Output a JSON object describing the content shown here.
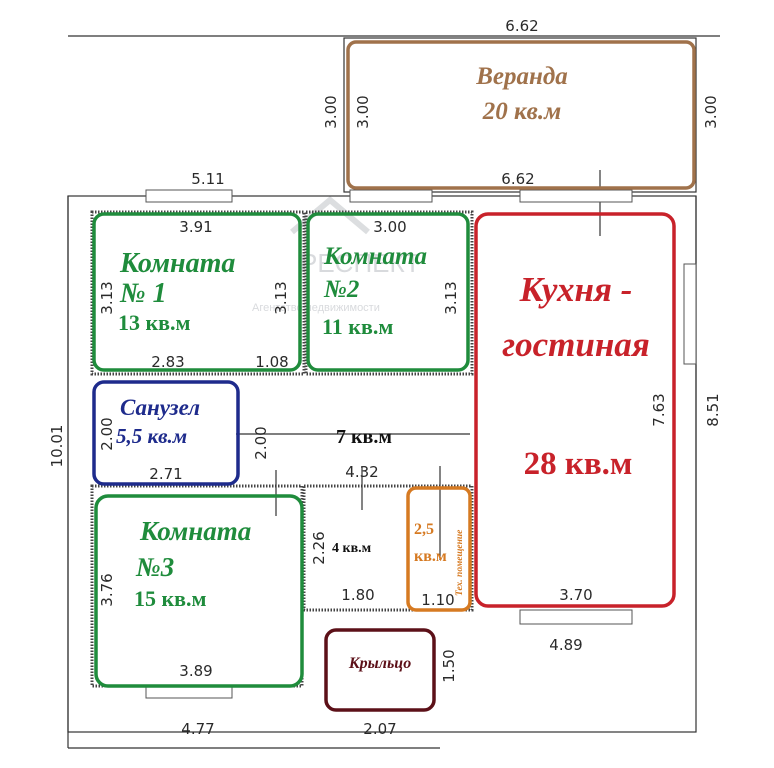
{
  "watermark": {
    "logo": "РЕСПЕКТ",
    "tagline": "Агентство недвижимости"
  },
  "rooms": {
    "veranda": {
      "name": "Веранда",
      "area": "20 кв.м"
    },
    "room1": {
      "name_line1": "Комната",
      "name_line2": "№ 1",
      "area": "13 кв.м"
    },
    "room2": {
      "name_line1": "Комната",
      "name_line2": "№2",
      "area": "11 кв.м"
    },
    "kitchen": {
      "name_line1": "Кухня -",
      "name_line2": "гостиная",
      "area": "28 кв.м"
    },
    "bathroom": {
      "name": "Санузел",
      "area": "5,5 кв.м"
    },
    "hall": {
      "area": "7 кв.м"
    },
    "storage": {
      "area": "4 кв.м"
    },
    "tech": {
      "area_value": "2,5",
      "area_unit": "кв.м",
      "name": "Тех. помещение"
    },
    "room3": {
      "name_line1": "Комната",
      "name_line2": "№3",
      "area": "15 кв.м"
    },
    "porch": {
      "name": "Крыльцо"
    }
  },
  "dimensions": {
    "top_veranda": "6.62",
    "top_left": "5.11",
    "veranda_bottom": "6.62",
    "room1_top": "3.91",
    "room2_top": "3.00",
    "room1_bottom": "2.83",
    "hall_door": "1.08",
    "bathroom_bottom": "2.71",
    "hall_bottom": "4.32",
    "storage_bottom": "1.80",
    "tech_bottom": "1.10",
    "kitchen_bottom": "3.70",
    "bottom_right": "4.89",
    "room3_bottom": "3.89",
    "bottom_left": "4.77",
    "porch_bottom": "2.07",
    "veranda_left_outer": "3.00",
    "veranda_left_inner": "3.00",
    "veranda_right": "3.00",
    "room1_left": "3.13",
    "room1_right": "3.13",
    "room2_right": "3.13",
    "bathroom_left": "2.00",
    "hall_height": "2.00",
    "house_height": "10.01",
    "kitchen_height": "7.63",
    "right_total": "8.51",
    "storage_height": "2.26",
    "room3_left": "3.76",
    "porch_height": "1.50"
  }
}
